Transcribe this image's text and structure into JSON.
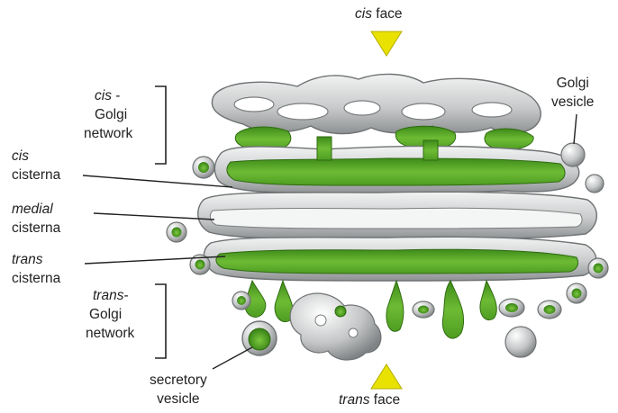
{
  "labels": {
    "cis_face": {
      "italic": "cis",
      "rest": " face"
    },
    "trans_face": {
      "italic": "trans",
      "rest": " face"
    },
    "golgi_vesicle": {
      "line1": "Golgi",
      "line2": "vesicle"
    },
    "cis_golgi_network": {
      "italic": "cis",
      "rest": " -",
      "line2": "Golgi",
      "line3": "network"
    },
    "cis_cisterna": {
      "italic": "cis",
      "line2": "cisterna"
    },
    "medial_cisterna": {
      "italic": "medial",
      "line2": "cisterna"
    },
    "trans_cisterna": {
      "italic": "trans",
      "line2": "cisterna"
    },
    "trans_golgi_network": {
      "italic": "trans",
      "rest": "-",
      "line2": "Golgi",
      "line3": "network"
    },
    "secretory_vesicle": {
      "line1": "secretory",
      "line2": "vesicle"
    }
  },
  "colors": {
    "membrane": "#c9cbcc",
    "membrane_light": "#eceded",
    "membrane_dark": "#8e9193",
    "lumen_green": "#5fae2c",
    "lumen_green_dark": "#3e8a1a",
    "arrow_yellow": "#e9e200"
  }
}
